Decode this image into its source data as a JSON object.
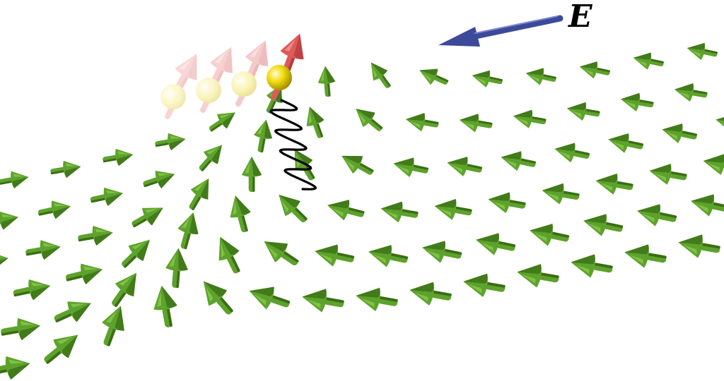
{
  "figure": {
    "field_label": "E"
  },
  "colors": {
    "spin_arrow": "#5da22c",
    "spin_arrow_dark": "#3a6e14",
    "spin_arrow_light": "#8fd04f",
    "field_arrow": "#3d4a9a",
    "electron": "#e8d400",
    "electron_trail": "#f5ee9a",
    "electron_spin": "#dc5a5a",
    "electron_spin_trail": "#f3b6b6",
    "photon_wave": "#000000"
  },
  "electron": {
    "trail_count": 4
  },
  "spin_lattice": {
    "rows": 6,
    "columns": 15
  }
}
